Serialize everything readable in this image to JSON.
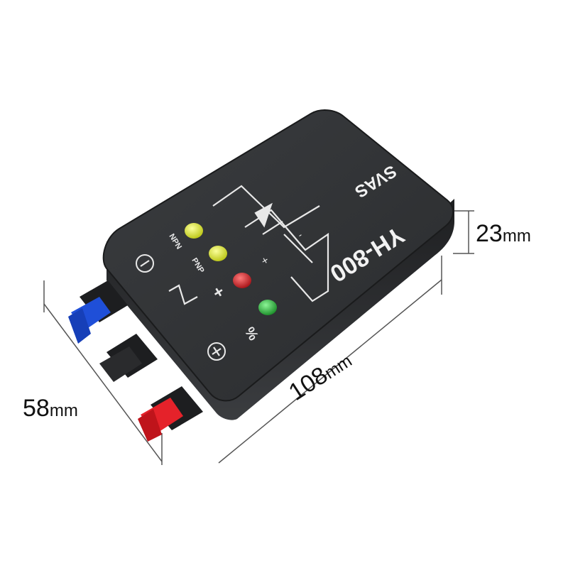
{
  "device": {
    "model": "YH-800",
    "brand": "SVAS",
    "led_labels": {
      "npn": "NPN",
      "pnp": "PNP",
      "power": "+",
      "percent": "%"
    },
    "terminal_labels": {
      "minus": "−",
      "plus": "+"
    },
    "led_colors": {
      "npn": "#d6e12a",
      "pnp": "#e5e63a",
      "power": "#d71920",
      "status": "#25b334"
    },
    "body_color": "#2f3133",
    "terminal_colors": {
      "left": "#1f4fd8",
      "middle": "#2a2b2d",
      "right": "#e5222a"
    },
    "schematic_sign_minus": "-",
    "schematic_sign_plus": "+"
  },
  "dimensions": {
    "width": {
      "value": "58",
      "unit": "mm"
    },
    "length": {
      "value": "108",
      "unit": "mm"
    },
    "height": {
      "value": "23",
      "unit": "mm"
    }
  }
}
